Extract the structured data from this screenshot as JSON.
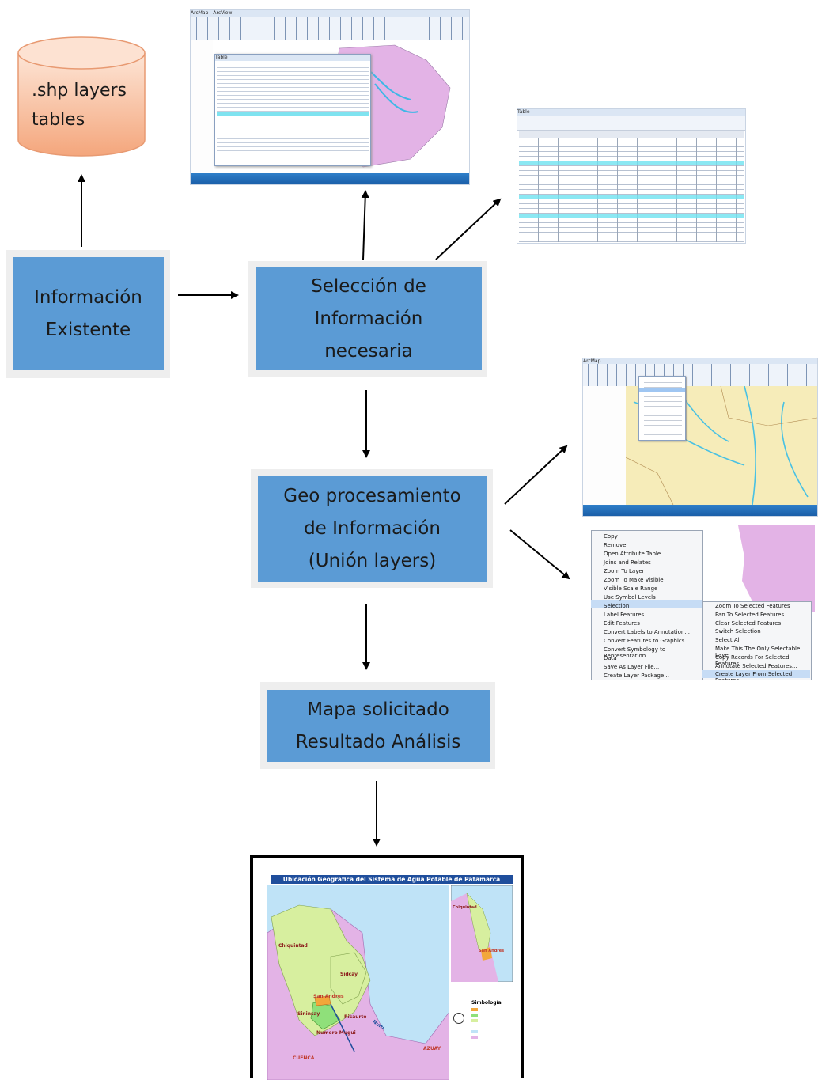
{
  "nodes": {
    "database": {
      "label": ".shp layers\ntables"
    },
    "existing_info": {
      "label": "Información\nExistente"
    },
    "selection": {
      "label": "Selección de\nInformación\nnecesaria"
    },
    "geoprocessing": {
      "label": "Geo procesamiento\nde Información\n(Unión layers)"
    },
    "result": {
      "label": "Mapa solicitado\nResultado Análisis"
    }
  },
  "context_menu": {
    "items": [
      "Copy",
      "Remove",
      "Open Attribute Table",
      "Joins and Relates",
      "Zoom To Layer",
      "Zoom To Make Visible",
      "Visible Scale Range",
      "Use Symbol Levels",
      "Selection",
      "Label Features",
      "Edit Features",
      "Convert Labels to Annotation...",
      "Convert Features to Graphics...",
      "Convert Symbology to Representation...",
      "Data",
      "Save As Layer File...",
      "Create Layer Package..."
    ],
    "submenu": [
      "Zoom To Selected Features",
      "Pan To Selected Features",
      "Clear Selected Features",
      "Switch Selection",
      "Select All",
      "Make This The Only Selectable Layer",
      "Copy Records For Selected Features",
      "Annotate Selected Features...",
      "Create Layer From Selected Features"
    ]
  },
  "result_map": {
    "title": "Ubicación Geografica del Sistema de Agua Potable de Patamarca",
    "labels": {
      "chiquintad": "Chiquintad",
      "sidcay": "Sidcay",
      "san_andres": "San Andres",
      "sinincay": "Sinincay",
      "ricaurte": "Ricaurte",
      "nulti": "Nulti",
      "azuay": "AZUAY",
      "cuenca": "CUENCA",
      "numero_mugui": "Numero Mugui",
      "inset_chiquintad": "Chiquintad",
      "inset_san_andres": "San Andres"
    },
    "legend_title": "Simbología",
    "colors": {
      "parish": "#e3b3e6",
      "canton": "#d7ef9f",
      "water": "#bfe3f7",
      "highlight_orange": "#f2a73b",
      "highlight_green": "#8fe07a",
      "title_bar": "#1f4e9c"
    }
  },
  "thumbnails": {
    "arcmap_table": {
      "window_title": "ArcMap - ArcView",
      "table_title": "Table"
    },
    "attribute_table": {
      "title": "Table"
    },
    "arcmap_selection": {
      "window_title": "ArcMap"
    }
  },
  "colors": {
    "process_box": "#5b9bd5",
    "cylinder_top": "#fde2d2",
    "cylinder_body": "#f7b48c",
    "arrow": "#000000"
  }
}
